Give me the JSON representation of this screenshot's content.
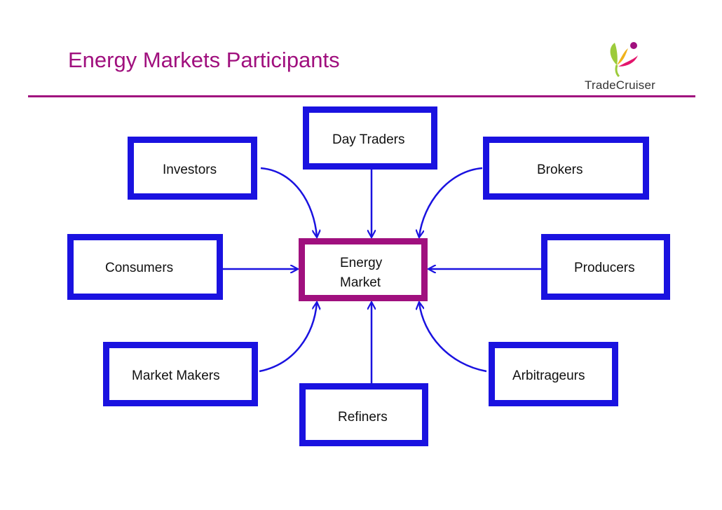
{
  "slide": {
    "title": "Energy Markets Participants"
  },
  "logo": {
    "name": "TradeCruiser"
  },
  "colors": {
    "title": "#a0107e",
    "box_border": "#1a12e0",
    "center_border": "#a0107e",
    "arrow": "#1a12e0"
  },
  "diagram": {
    "center": {
      "label": "Energy\nMarket"
    },
    "participants": {
      "day_traders": "Day Traders",
      "investors": "Investors",
      "brokers": "Brokers",
      "consumers": "Consumers",
      "producers": "Producers",
      "market_makers": "Market Makers",
      "arbitrageurs": "Arbitrageurs",
      "refiners": "Refiners"
    }
  }
}
